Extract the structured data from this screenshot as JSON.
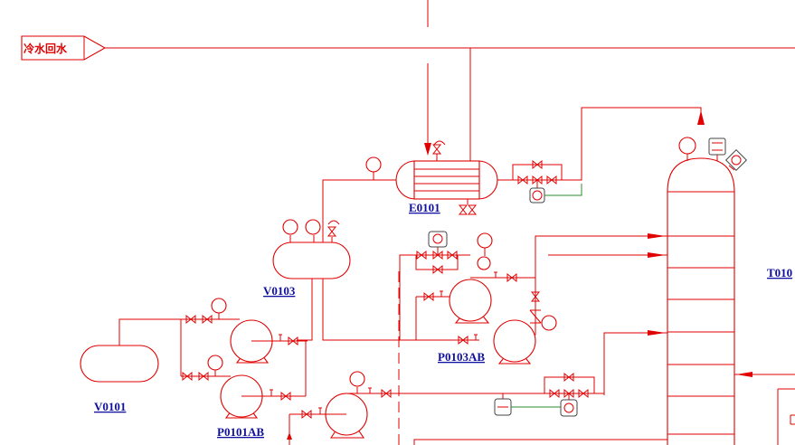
{
  "diagram": {
    "inlet_label": "冷水回水",
    "equipment": {
      "e0101": "E0101",
      "v0103": "V0103",
      "v0101": "V0101",
      "p0101ab": "P0101AB",
      "p0103ab": "P0103AB",
      "t010": "T010"
    }
  },
  "colors": {
    "line": "#e00000",
    "signal": "#2e8b2e",
    "tag": "#1010a0"
  }
}
